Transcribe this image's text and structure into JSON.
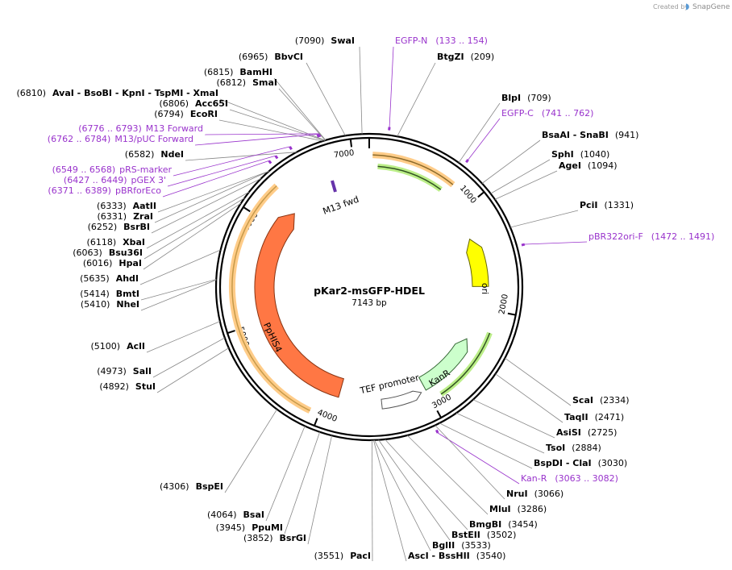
{
  "credit": {
    "created_by": "Created by",
    "brand": "SnapGene"
  },
  "plasmid": {
    "name": "pKar2-msGFP-HDEL",
    "length_text": "7143 bp",
    "length": 7143
  },
  "ticks": [
    "1000",
    "2000",
    "3000",
    "4000",
    "5000",
    "6000",
    "7000"
  ],
  "features": [
    {
      "label": "M13 fwd",
      "color": "#6633aa"
    },
    {
      "label": "ori",
      "color": "#ffff00"
    },
    {
      "label": "KanR",
      "color": "#ccffcc"
    },
    {
      "label": "TEF promoter",
      "color": "#ffffff"
    },
    {
      "label": "PpHIS4",
      "color": "#ff7744"
    }
  ],
  "sites": [
    {
      "pos": "(7090)",
      "name": "SwaI"
    },
    {
      "pos": "(209)",
      "name": "BtgZI"
    },
    {
      "pos": "(6965)",
      "name": "BbvCI"
    },
    {
      "pos": "(6815)",
      "name": "BamHI"
    },
    {
      "pos": "(6812)",
      "name": "SmaI"
    },
    {
      "pos": "(6810)",
      "name": "AvaI - BsoBI - KpnI - TspMI - XmaI"
    },
    {
      "pos": "(6806)",
      "name": "Acc65I"
    },
    {
      "pos": "(6794)",
      "name": "EcoRI"
    },
    {
      "pos": "(709)",
      "name": "BlpI"
    },
    {
      "pos": "(941)",
      "name": "BsaAI - SnaBI"
    },
    {
      "pos": "(1040)",
      "name": "SphI"
    },
    {
      "pos": "(1094)",
      "name": "AgeI"
    },
    {
      "pos": "(1331)",
      "name": "PciI"
    },
    {
      "pos": "(6582)",
      "name": "NdeI"
    },
    {
      "pos": "(6333)",
      "name": "AatII"
    },
    {
      "pos": "(6331)",
      "name": "ZraI"
    },
    {
      "pos": "(6252)",
      "name": "BsrBI"
    },
    {
      "pos": "(6118)",
      "name": "XbaI"
    },
    {
      "pos": "(6063)",
      "name": "Bsu36I"
    },
    {
      "pos": "(6016)",
      "name": "HpaI"
    },
    {
      "pos": "(5635)",
      "name": "AhdI"
    },
    {
      "pos": "(5414)",
      "name": "BmtI"
    },
    {
      "pos": "(5410)",
      "name": "NheI"
    },
    {
      "pos": "(5100)",
      "name": "AclI"
    },
    {
      "pos": "(4973)",
      "name": "SalI"
    },
    {
      "pos": "(4892)",
      "name": "StuI"
    },
    {
      "pos": "(2334)",
      "name": "ScaI"
    },
    {
      "pos": "(2471)",
      "name": "TaqII"
    },
    {
      "pos": "(2725)",
      "name": "AsiSI"
    },
    {
      "pos": "(2884)",
      "name": "TsoI"
    },
    {
      "pos": "(3030)",
      "name": "BspDI - ClaI"
    },
    {
      "pos": "(3066)",
      "name": "NruI"
    },
    {
      "pos": "(3286)",
      "name": "MluI"
    },
    {
      "pos": "(3454)",
      "name": "BmgBI"
    },
    {
      "pos": "(3502)",
      "name": "BstEII"
    },
    {
      "pos": "(3533)",
      "name": "BglII"
    },
    {
      "pos": "(3540)",
      "name": "AscI - BssHII"
    },
    {
      "pos": "(3551)",
      "name": "PacI"
    },
    {
      "pos": "(4306)",
      "name": "BspEI"
    },
    {
      "pos": "(4064)",
      "name": "BsaI"
    },
    {
      "pos": "(3945)",
      "name": "PpuMI"
    },
    {
      "pos": "(3852)",
      "name": "BsrGI"
    }
  ],
  "primers": [
    {
      "name": "EGFP-N",
      "range": "(133 .. 154)"
    },
    {
      "name": "EGFP-C",
      "range": "(741 .. 762)"
    },
    {
      "name": "pBR322ori-F",
      "range": "(1472 .. 1491)"
    },
    {
      "name": "Kan-R",
      "range": "(3063 .. 3082)"
    },
    {
      "name": "M13 Forward",
      "range": "(6776 .. 6793)"
    },
    {
      "name": "M13/pUC Forward",
      "range": "(6762 .. 6784)"
    },
    {
      "name": "pRS-marker",
      "range": "(6549 .. 6568)"
    },
    {
      "name": "pGEX 3'",
      "range": "(6427 .. 6449)"
    },
    {
      "name": "pBRforEco",
      "range": "(6371 .. 6389)"
    }
  ]
}
